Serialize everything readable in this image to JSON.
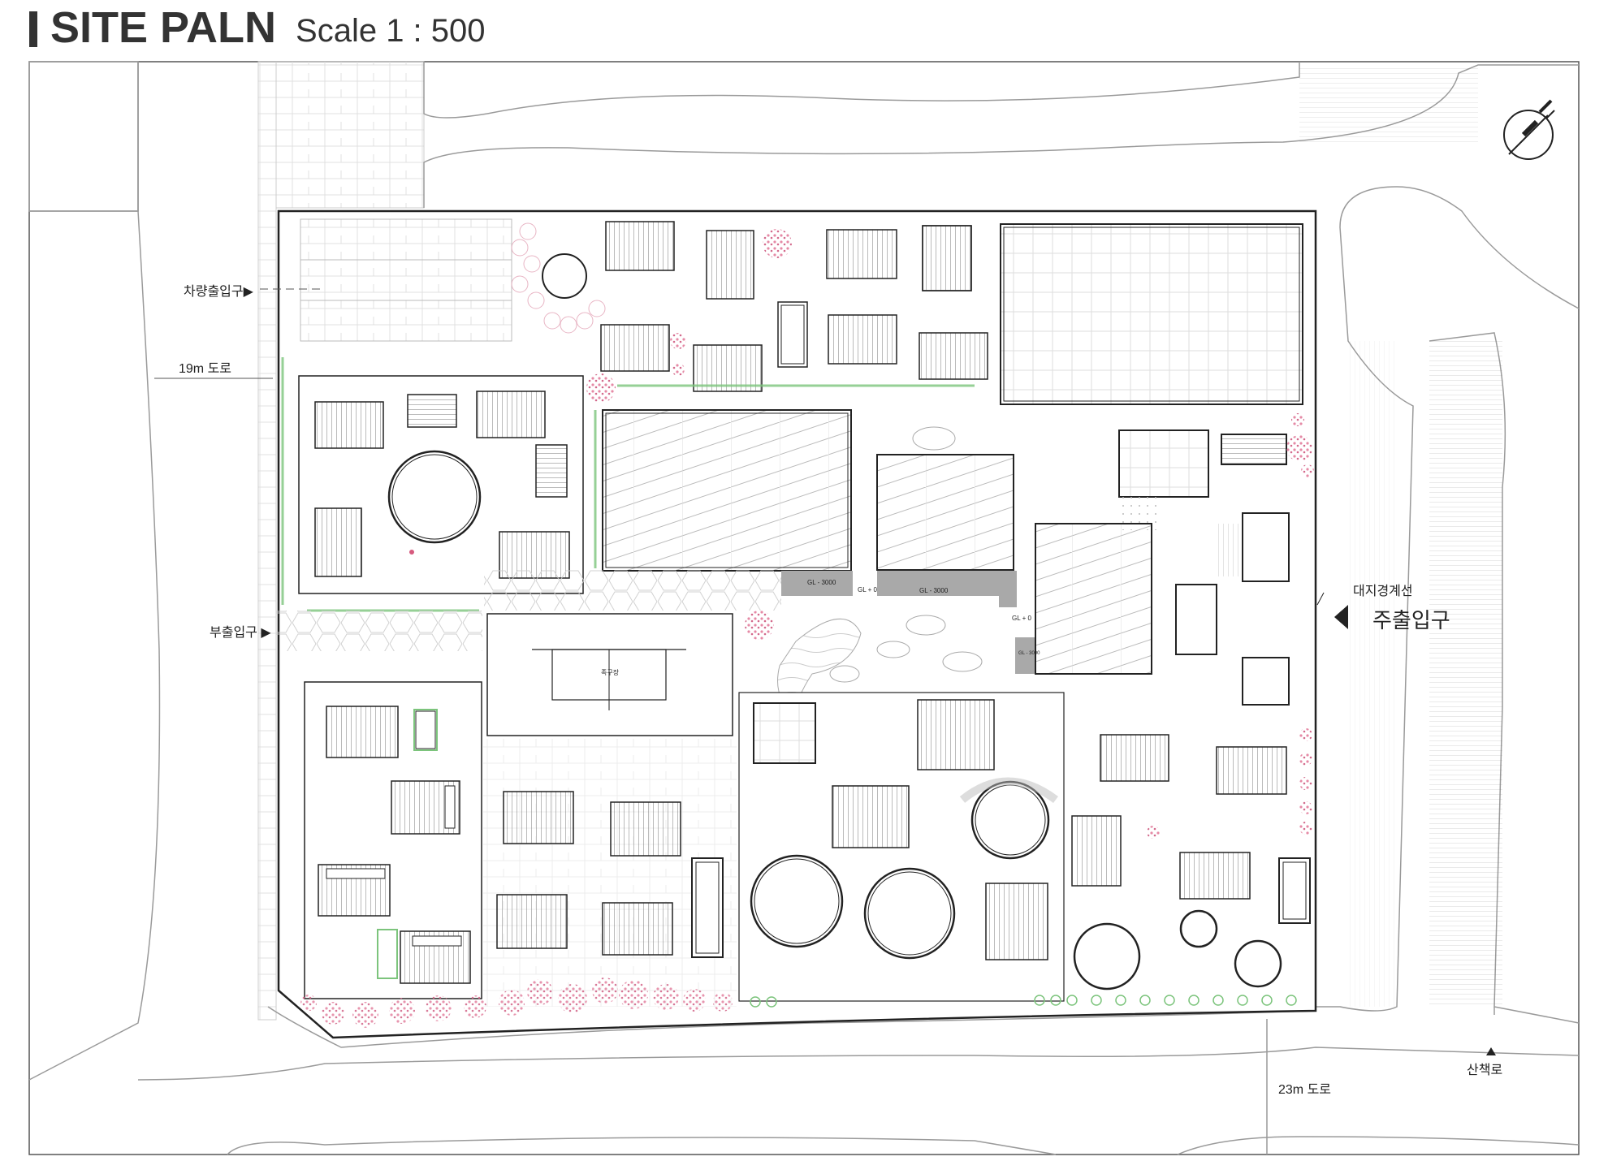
{
  "header": {
    "title": "SITE PALN",
    "scale": "Scale 1 : 500"
  },
  "labels": {
    "vehicle_entrance": "차량출입구▶",
    "road_19m": "19m 도로",
    "secondary_entrance": "부출입구 ▶",
    "boundary_line": "대지경계선",
    "main_entrance": "주출입구",
    "walkway": "산책로",
    "road_23m": "23m 도로",
    "gl_minus_3000": "GL - 3000",
    "gl_zero": "GL + 0",
    "sports_field": "족구장"
  },
  "colors": {
    "line": "#222222",
    "light_line": "#b8b8b8",
    "hatch": "#9a9a9a",
    "green": "#7cc47c",
    "pink": "#e3a3b6",
    "dark_pink": "#c9496f",
    "gray_fill": "#a9a9a9"
  },
  "icons": {
    "north_arrow": "north-arrow-icon",
    "main_entrance_arrow": "triangle-left-icon"
  }
}
